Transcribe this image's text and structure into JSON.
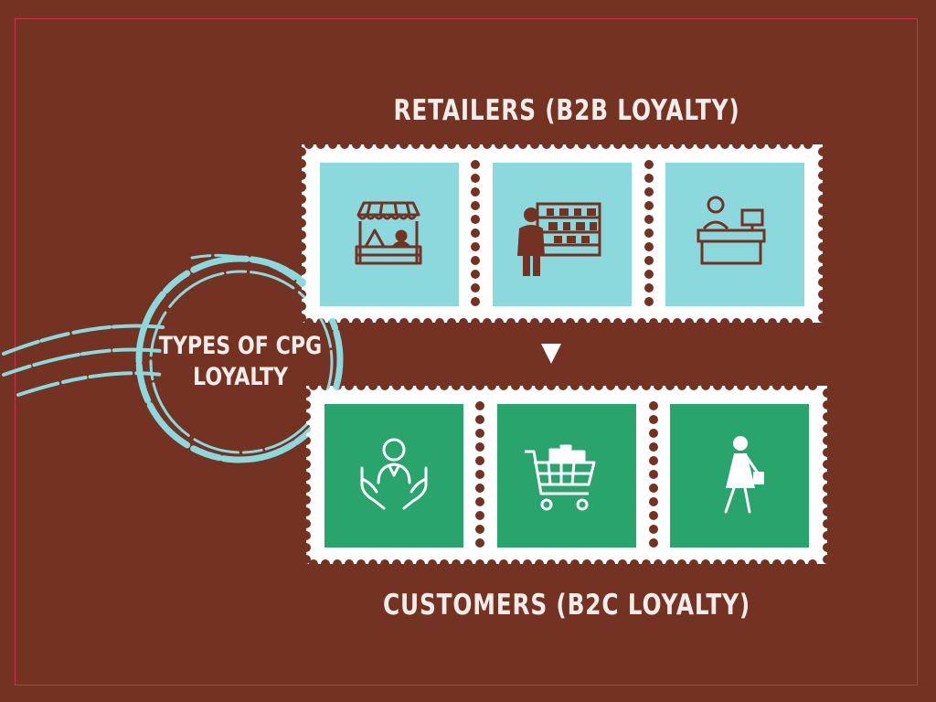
{
  "colors": {
    "background": "#733222",
    "frame": "#c8344a",
    "stamp_paper": "#ffffff",
    "retailer_panel": "#8bd8dd",
    "customer_panel": "#28a46c",
    "postmark": "#8bd8dd",
    "retailer_icon": "#733222",
    "customer_icon": "#ffffff"
  },
  "headings": {
    "top": "RETAILERS (B2B LOYALTY)",
    "bottom": "CUSTOMERS (B2C LOYALTY)"
  },
  "center_badge": {
    "line1": "TYPES OF CPG",
    "line2": "LOYALTY"
  },
  "retailer_icons": [
    "market-stall-icon",
    "shopkeeper-shelves-icon",
    "cashier-counter-icon"
  ],
  "customer_icons": [
    "customer-care-hands-icon",
    "shopping-cart-icon",
    "shopper-woman-icon"
  ],
  "connector": "down-arrow-icon"
}
